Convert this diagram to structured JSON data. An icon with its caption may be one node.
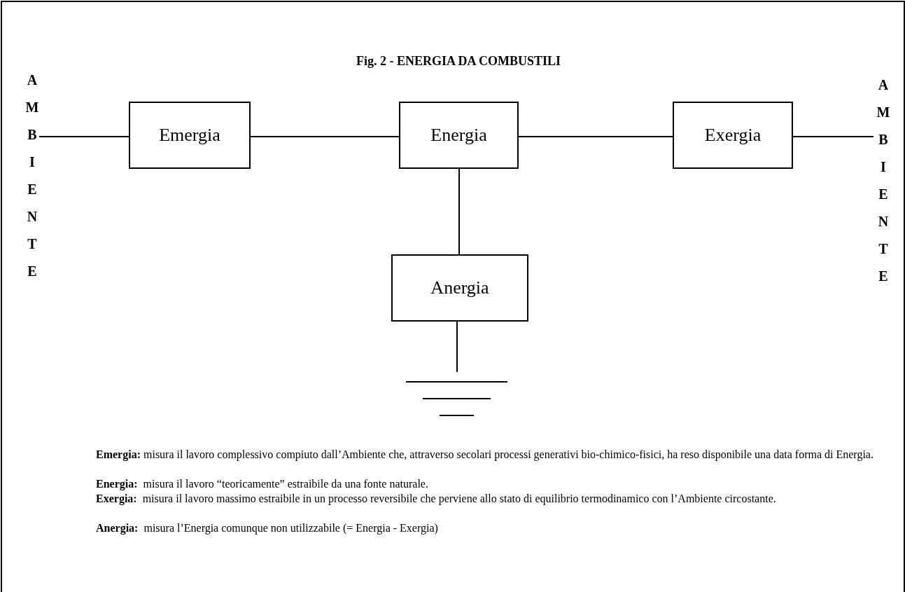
{
  "diagram": {
    "title": "Fig. 2 - ENERGIA DA COMBUSTILI",
    "nodes": [
      {
        "text": [
          "AMBIENTE"
        ]
      },
      {
        "text": [
          "Emergia"
        ]
      },
      {
        "text": [
          "Energia"
        ]
      },
      {
        "text": [
          "Exergia"
        ]
      },
      {
        "text": [
          "AMBIENTE"
        ]
      },
      {
        "text": [
          "Anergia"
        ]
      },
      {
        "text": [],
        "shape": "ground"
      }
    ],
    "edges": [
      {
        "from": 0,
        "to": 1,
        "arrow": "none"
      },
      {
        "from": 1,
        "to": 2,
        "arrow": "none"
      },
      {
        "from": 2,
        "to": 3,
        "arrow": "none"
      },
      {
        "from": 3,
        "to": 4,
        "arrow": "none"
      },
      {
        "from": 2,
        "to": 5,
        "arrow": "none"
      },
      {
        "from": 5,
        "to": 6,
        "arrow": "none"
      }
    ],
    "labels": [
      "**Emergia:** misura il lavoro complessivo compiuto dall’Ambiente che, attraverso secolari processi generativi bio-chimico-fisici, ha reso disponibile una data forma di Energia.",
      "**Energia:**  misura il lavoro “teoricamente” estraibile da una fonte naturale.",
      "**Exergia:**  misura il lavoro massimo estraibile in un processo reversibile che perviene allo stato di equilibrio termodinamico con l’Ambiente circostante.",
      "**Anergia:**  misura l’Energia comunque non utilizzabile (= Energia - Exergia)"
    ]
  }
}
